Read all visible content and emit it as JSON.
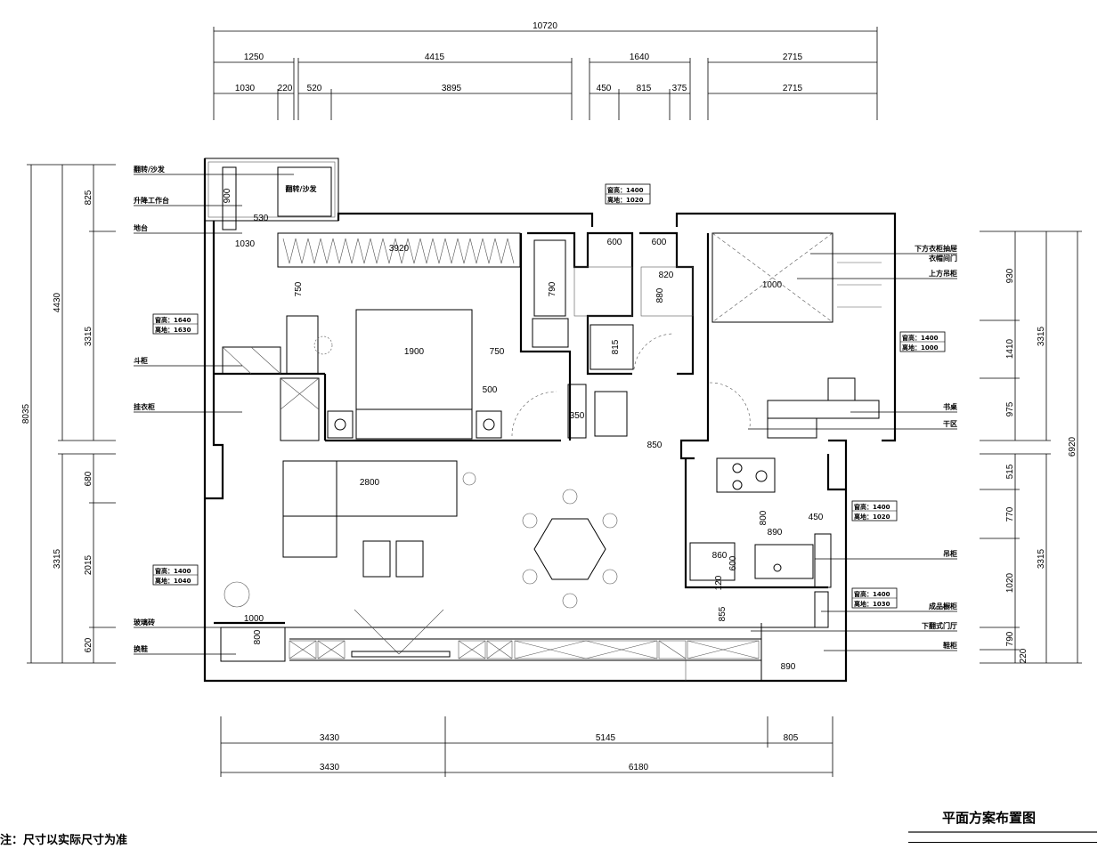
{
  "title": "平面方案布置图",
  "note": "注：尺寸以实际尺寸为准",
  "dims": {
    "top_total": "10720",
    "top_row1": [
      "1250",
      "4415",
      "1640",
      "2715"
    ],
    "top_row2": [
      "1030",
      "220",
      "520",
      "3895",
      "450",
      "815",
      "375",
      "2715"
    ],
    "left_outer": "8035",
    "left_mid": [
      "4430",
      "3315"
    ],
    "left_inner": [
      "825",
      "3315",
      "680",
      "2015",
      "620"
    ],
    "right_inner": [
      "930",
      "1410",
      "975",
      "515",
      "770",
      "1020",
      "790",
      "220"
    ],
    "right_mid": [
      "3315",
      "3315"
    ],
    "right_outer": "6920",
    "bottom_row1": [
      "3430",
      "5145",
      "805"
    ],
    "bottom_row2": [
      "3430",
      "6180"
    ]
  },
  "interior_dims": [
    "900",
    "530",
    "1030",
    "3920",
    "750",
    "1900",
    "750",
    "500",
    "350",
    "790",
    "600",
    "600",
    "820",
    "880",
    "815",
    "850",
    "1000",
    "2800",
    "800",
    "450",
    "890",
    "860",
    "600",
    "120",
    "855",
    "890",
    "1000",
    "800"
  ],
  "window_tags": [
    {
      "h": "窗高：1640",
      "g": "离地：1630"
    },
    {
      "h": "窗高：1400",
      "g": "离地：1020"
    },
    {
      "h": "窗高：1400",
      "g": "离地：1000"
    },
    {
      "h": "窗高：1400",
      "g": "离地：1040"
    },
    {
      "h": "窗高：1400",
      "g": "离地：1020"
    },
    {
      "h": "窗高：1400",
      "g": "离地：1030"
    }
  ],
  "callouts_left": [
    "翻转/沙发",
    "升降工作台",
    "地台",
    "斗柜",
    "挂衣柜",
    "玻璃砖",
    "换鞋"
  ],
  "callouts_right": [
    "下方衣柜抽屉",
    "衣帽间门",
    "上方吊柜",
    "书桌",
    "干区",
    "吊柜",
    "成品橱柜",
    "下翻式门厅",
    "鞋柜"
  ],
  "sofa_label": "翻转/沙发"
}
